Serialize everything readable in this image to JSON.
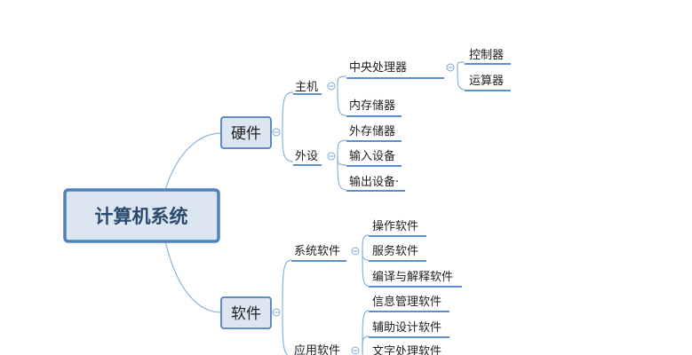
{
  "diagram": {
    "root": {
      "label": "计算机系统"
    },
    "branches": [
      {
        "label": "硬件",
        "children": [
          {
            "label": "主机",
            "children": [
              {
                "label": "中央处理器",
                "children": [
                  {
                    "label": "控制器"
                  },
                  {
                    "label": "运算器"
                  }
                ]
              },
              {
                "label": "内存储器"
              }
            ]
          },
          {
            "label": "外设",
            "children": [
              {
                "label": "外存储器"
              },
              {
                "label": "输入设备"
              },
              {
                "label": "输出设备·"
              }
            ]
          }
        ]
      },
      {
        "label": "软件",
        "children": [
          {
            "label": "系统软件",
            "children": [
              {
                "label": "操作软件"
              },
              {
                "label": "服务软件"
              },
              {
                "label": "编译与解释软件"
              }
            ]
          },
          {
            "label": "应用软件",
            "children": [
              {
                "label": "信息管理软件"
              },
              {
                "label": "辅助设计软件"
              },
              {
                "label": "文字处理软件"
              }
            ]
          }
        ]
      }
    ],
    "colors": {
      "connector": "#8ab3d8",
      "underline": "#5b8fd0",
      "node_fill": "#dce6f1",
      "node_border": "#4f81bd"
    }
  }
}
